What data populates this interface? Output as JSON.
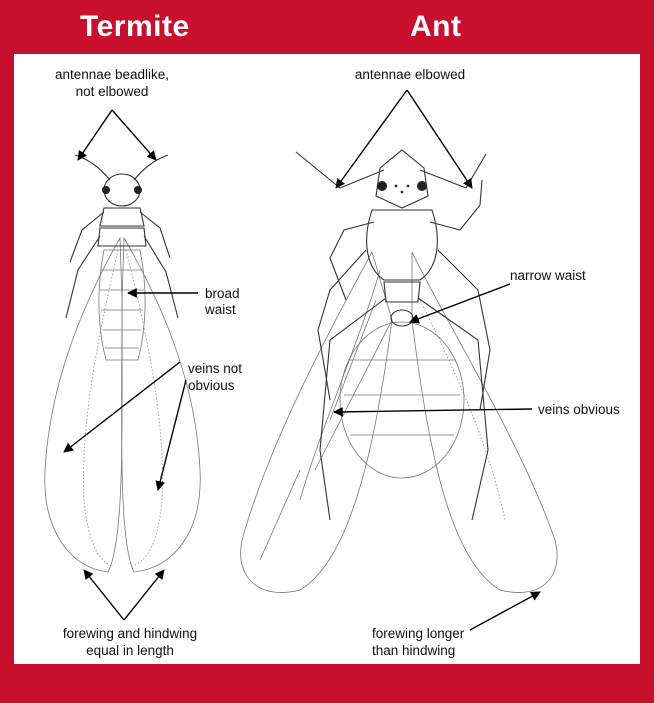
{
  "titles": {
    "termite": "Termite",
    "ant": "Ant"
  },
  "colors": {
    "background": "#c8102e",
    "panel": "#ffffff",
    "title_text": "#ffffff"
  },
  "termite_labels": {
    "antennae_line1": "antennae beadlike,",
    "antennae_line2": "not elbowed",
    "waist_line1": "broad",
    "waist_line2": "waist",
    "veins_line1": "veins not",
    "veins_line2": "obvious",
    "wings_line1": "forewing and hindwing",
    "wings_line2": "equal in length"
  },
  "ant_labels": {
    "antennae": "antennae elbowed",
    "waist": "narrow waist",
    "veins": "veins obvious",
    "wings_line1": "forewing longer",
    "wings_line2": "than hindwing"
  }
}
